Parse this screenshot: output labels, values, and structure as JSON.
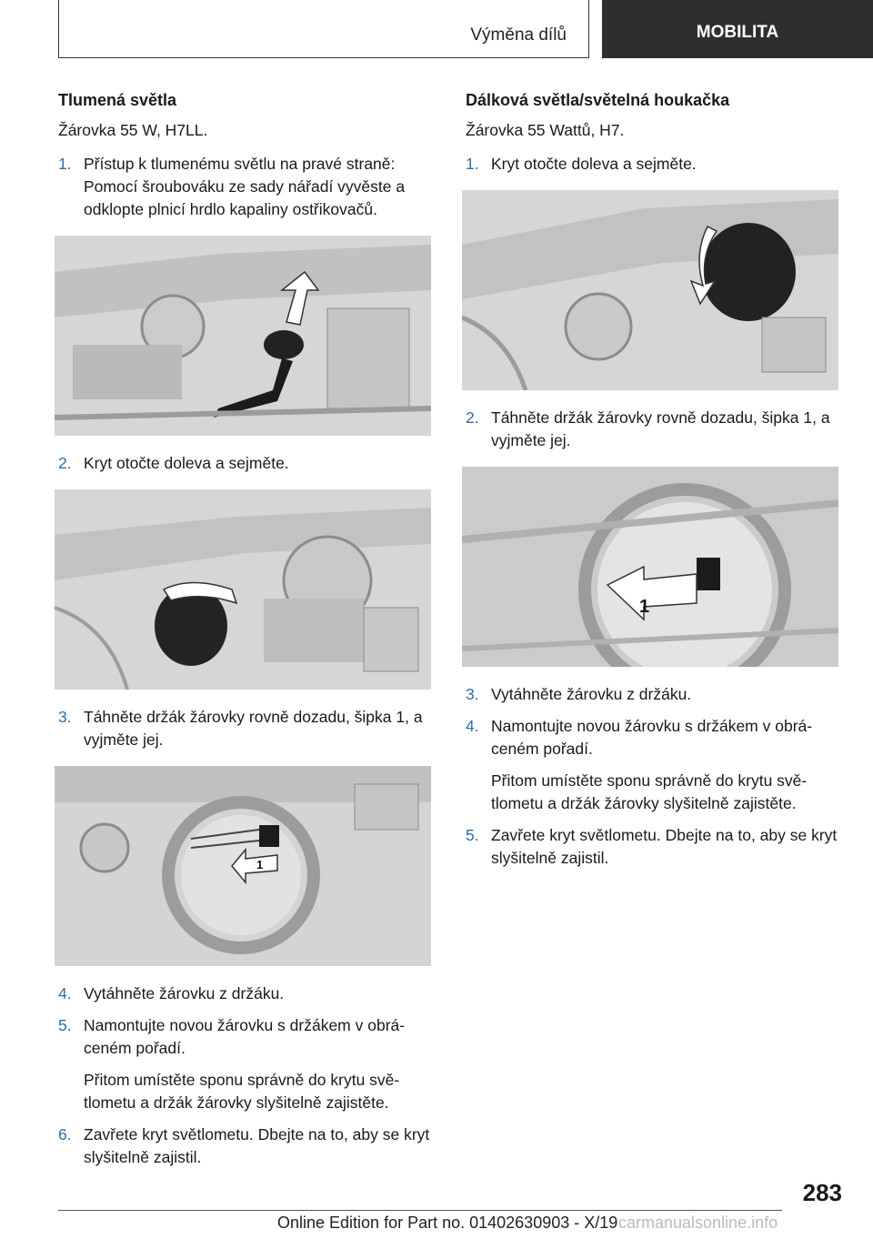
{
  "header": {
    "section": "Výměna dílů",
    "chapter": "MOBILITA"
  },
  "left": {
    "title": "Tlumená světla",
    "intro": "Žárovka 55 W, H7LL.",
    "steps": [
      {
        "num": "1.",
        "text": "Přístup k tlumenému světlu na pravé straně: Pomocí šroubováku ze sady nářadí vyvěste a odklopte plnicí hrdlo kapaliny ostřikovačů."
      },
      {
        "num": "2.",
        "text": "Kryt otočte doleva a sejměte."
      },
      {
        "num": "3.",
        "text": "Táhněte držák žárovky rovně dozadu, šipka 1, a vyjměte jej."
      },
      {
        "num": "4.",
        "text": "Vytáhněte žárovku z držáku."
      },
      {
        "num": "5.",
        "text": "Namontujte novou žárovku s držákem v obrá‐ceném pořadí.",
        "sub": "Přitom umístěte sponu správně do krytu svě‐tlometu a držák žárovky slyšitelně zajistěte."
      },
      {
        "num": "6.",
        "text": "Zavřete kryt světlometu. Dbejte na to, aby se kryt slyšitelně zajistil."
      }
    ]
  },
  "right": {
    "title": "Dálková světla/světelná houkačka",
    "intro": "Žárovka 55 Wattů, H7.",
    "steps": [
      {
        "num": "1.",
        "text": "Kryt otočte doleva a sejměte."
      },
      {
        "num": "2.",
        "text": "Táhněte držák žárovky rovně dozadu, šipka 1, a vyjměte jej."
      },
      {
        "num": "3.",
        "text": "Vytáhněte žárovku z držáku."
      },
      {
        "num": "4.",
        "text": "Namontujte novou žárovku s držákem v obrá‐ceném pořadí.",
        "sub": "Přitom umístěte sponu správně do krytu svě‐tlometu a držák žárovky slyšitelně zajistěte."
      },
      {
        "num": "5.",
        "text": "Zavřete kryt světlometu. Dbejte na to, aby se kryt slyšitelně zajistil."
      }
    ]
  },
  "figures": {
    "arrow_label": "1"
  },
  "footer": {
    "page_number": "283",
    "edition": "Online Edition for Part no. 01402630903 - X/19",
    "watermark": "carmanualsonline.info"
  }
}
